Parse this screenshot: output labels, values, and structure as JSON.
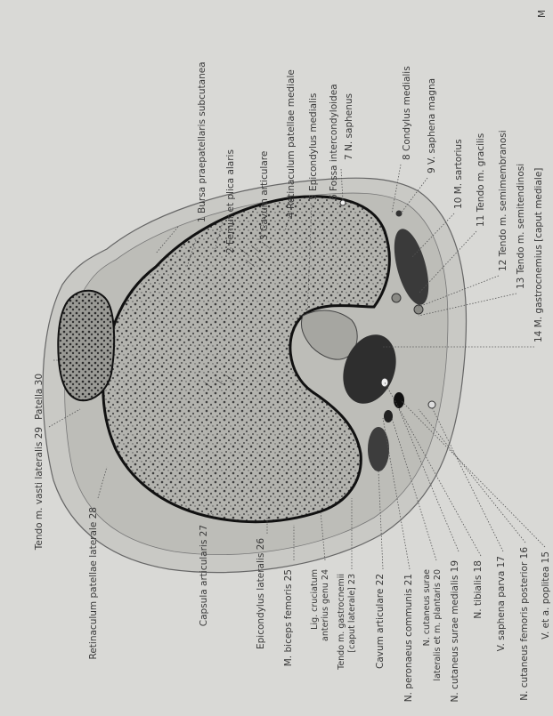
{
  "labels_top": {
    "bursa": "1 Bursa praepatellaris subcutanea",
    "femur_plica": "2 Femur et plica alaris",
    "cavum": "3 Cavum articulare",
    "retinaculum_med": "4 Retinaculum patellae mediale",
    "epicondylus_med": "5 Epicondylus medialis",
    "fossa": "6 Fossa intercondyloidea",
    "saphenus": "7 N. saphenus",
    "condylus": "8 Condylus medialis",
    "v_saphena": "9 V. saphena magna",
    "sartorius": "10 M. sartorius",
    "gracilis": "11 Tendo m. gracilis",
    "semimemb": "12 Tendo m. semimembranosi",
    "semitend": "13 Tendo m. semitendinosi",
    "gastro_med": "14 M. gastrocnemius [caput mediale]",
    "corner": "M"
  },
  "labels_left": {
    "patella": "Patella 30",
    "tendo_vasti": "Tendo m. vasti lateralis 29",
    "retinaculum_lat": "Retinaculum patellae laterale 28",
    "capsula": "Capsula articularis 27",
    "epicondylus_lat": "Epicondylus lateralis 26",
    "biceps": "M. biceps femoris 25",
    "lig_cruc_1": "Lig. cruciatum",
    "lig_cruc_2": "anterius genu 24",
    "tendo_gastro_1": "Tendo m. gastrocnemii",
    "tendo_gastro_2": "[caput laterale] 23",
    "cavum_lat": "Cavum articulare 22",
    "peronaeus": "N. peronaeus communis 21",
    "cut_surae_1": "N. cutaneus surae",
    "cut_surae_2": "lateralis et m. plantaris 20",
    "cut_surae_med": "N. cutaneus surae medialis 19",
    "tibialis": "N. tibialis 18",
    "saphena_parva": "V. saphena parva 17",
    "cut_fem_post": "N. cutaneus femoris posterior 16",
    "poplitea": "V. et a. poplitea 15"
  },
  "colors": {
    "background": "#d9d9d6",
    "skin": "#c9c9c5",
    "fat": "#bdbdb8",
    "bone_outline": "#111111",
    "muscle": "#3a3a3a"
  }
}
